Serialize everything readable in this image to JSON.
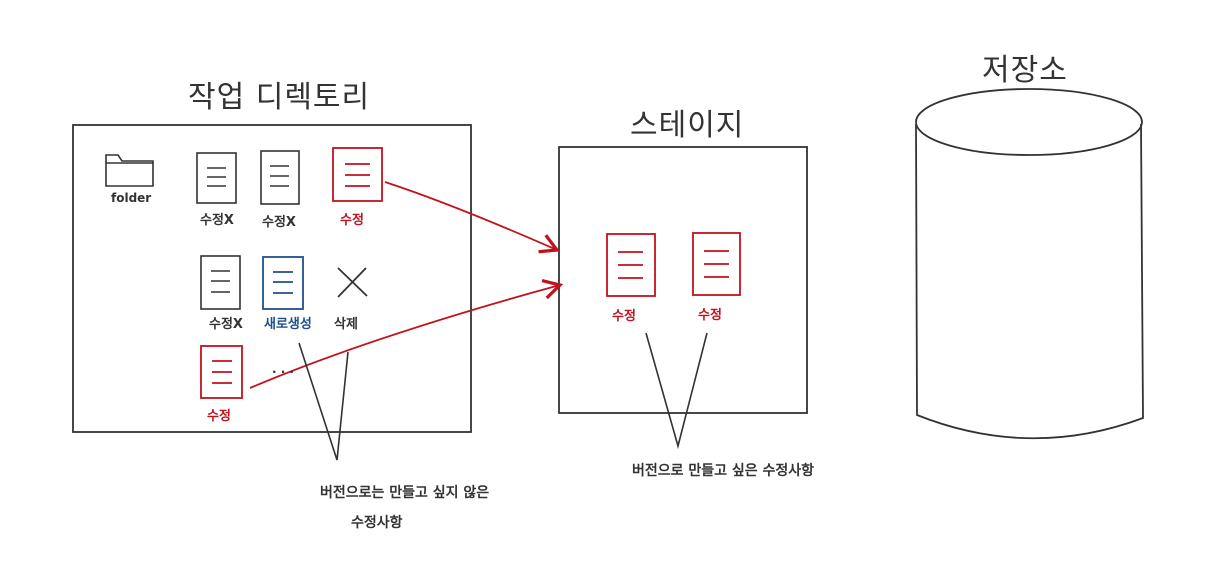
{
  "titles": {
    "working_directory": "작업 디렉토리",
    "staging": "스테이지",
    "repository": "저장소"
  },
  "working_dir": {
    "folder_label": "folder",
    "files": [
      {
        "label": "수정X",
        "state": "unmodified"
      },
      {
        "label": "수정X",
        "state": "unmodified"
      },
      {
        "label": "수정",
        "state": "modified"
      },
      {
        "label": "수정X",
        "state": "unmodified"
      },
      {
        "label": "새로생성",
        "state": "new"
      },
      {
        "label": "삭제",
        "state": "deleted"
      },
      {
        "label": "수정",
        "state": "modified"
      }
    ],
    "ellipsis": ". . ."
  },
  "staging": {
    "files": [
      {
        "label": "수정",
        "state": "modified"
      },
      {
        "label": "수정",
        "state": "modified"
      }
    ]
  },
  "notes": {
    "working_note_line1": "버전으로는 만들고 싶지 않은",
    "working_note_line2": "수정사항",
    "staging_note": "버전으로 만들고 싶은 수정사항"
  },
  "colors": {
    "ink": "#333333",
    "modified": "#c1121f",
    "new": "#1f4e8c"
  }
}
